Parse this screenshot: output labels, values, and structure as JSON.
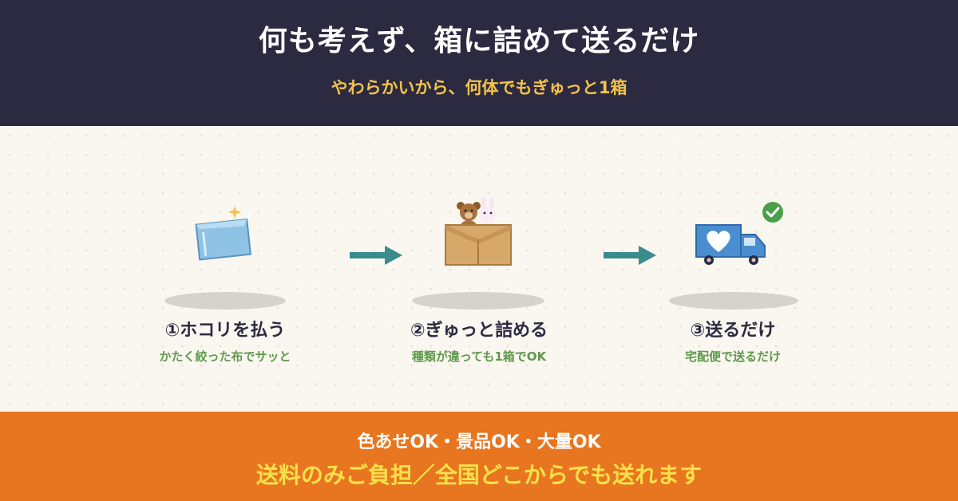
{
  "header": {
    "title": "何も考えず、箱に詰めて送るだけ",
    "subtitle": "やわらかいから、何体でもぎゅっと1箱"
  },
  "steps": [
    {
      "title": "①ホコリを払う",
      "desc": "かたく絞った布でサッと",
      "icon": "cloth-icon"
    },
    {
      "title": "②ぎゅっと詰める",
      "desc": "種類が違っても1箱でOK",
      "icon": "box-with-plush-icon"
    },
    {
      "title": "③送るだけ",
      "desc": "宅配便で送るだけ",
      "icon": "delivery-truck-icon"
    }
  ],
  "footer": {
    "line1": "色あせOK・景品OK・大量OK",
    "line2": "送料のみご負担／全国どこからでも送れます"
  },
  "colors": {
    "header_bg": "#2b2a40",
    "accent_yellow": "#f4c24a",
    "step_desc_green": "#5e9a4b",
    "arrow_teal": "#3a8c8c",
    "footer_bg": "#e8751f",
    "footer_highlight": "#f9e04a"
  }
}
